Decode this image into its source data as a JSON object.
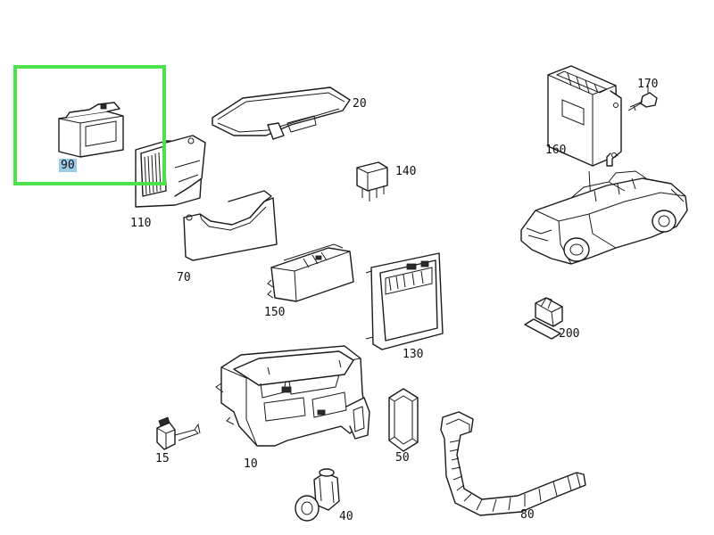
{
  "diagram": {
    "highlight_color": "#4be24b",
    "label_highlight_color": "#9ccbe6",
    "selected_part": "90",
    "parts": [
      {
        "id": "p90",
        "label": "90",
        "highlighted": true
      },
      {
        "id": "p110",
        "label": "110"
      },
      {
        "id": "p20",
        "label": "20"
      },
      {
        "id": "p140",
        "label": "140"
      },
      {
        "id": "p160",
        "label": "160"
      },
      {
        "id": "p170",
        "label": "170"
      },
      {
        "id": "p70",
        "label": "70"
      },
      {
        "id": "p150",
        "label": "150"
      },
      {
        "id": "p130",
        "label": "130"
      },
      {
        "id": "p200",
        "label": "200"
      },
      {
        "id": "p15",
        "label": "15"
      },
      {
        "id": "p10",
        "label": "10"
      },
      {
        "id": "p50",
        "label": "50"
      },
      {
        "id": "p80",
        "label": "80"
      },
      {
        "id": "p40",
        "label": "40"
      }
    ]
  }
}
